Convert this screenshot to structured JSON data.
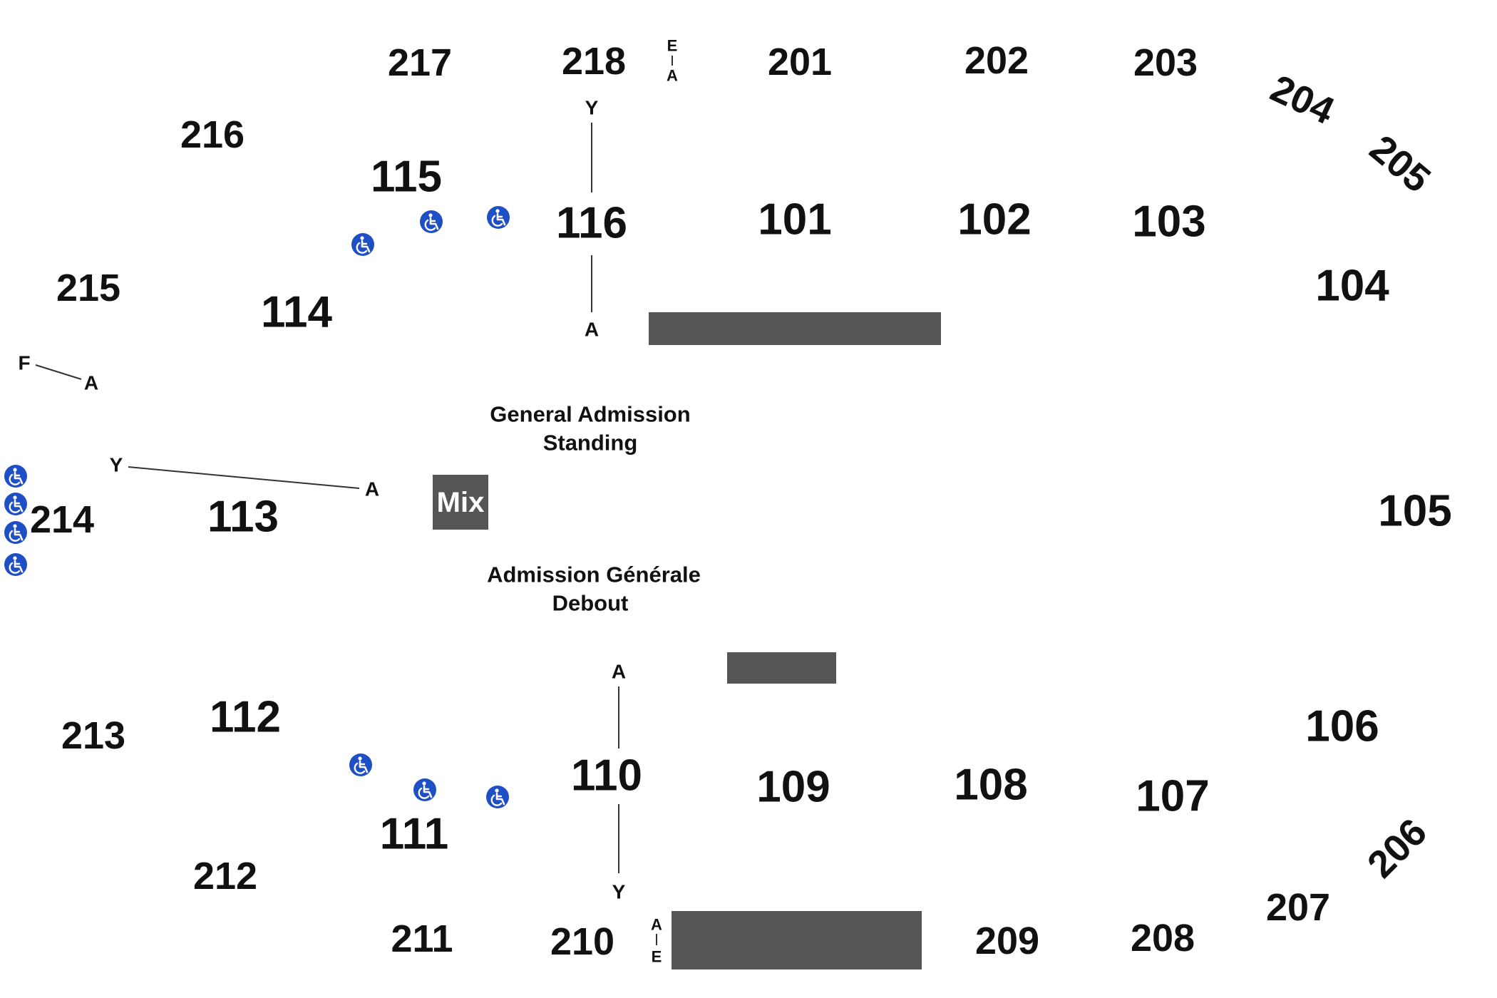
{
  "sections": {
    "s101": "101",
    "s102": "102",
    "s103": "103",
    "s104": "104",
    "s105": "105",
    "s106": "106",
    "s107": "107",
    "s108": "108",
    "s109": "109",
    "s110": "110",
    "s111": "111",
    "s112": "112",
    "s113": "113",
    "s114": "114",
    "s115": "115",
    "s116": "116",
    "s201": "201",
    "s202": "202",
    "s203": "203",
    "s204": "204",
    "s205": "205",
    "s206": "206",
    "s207": "207",
    "s208": "208",
    "s209": "209",
    "s210": "210",
    "s211": "211",
    "s212": "212",
    "s213": "213",
    "s214": "214",
    "s215": "215",
    "s216": "216",
    "s217": "217",
    "s218": "218"
  },
  "rows": {
    "top_e": "E",
    "top_a": "A",
    "s116_y": "Y",
    "s116_a": "A",
    "left_f": "F",
    "left_f_a": "A",
    "left_y": "Y",
    "left_y_a": "A",
    "s110_a": "A",
    "s110_y": "Y",
    "bottom_a": "A",
    "bottom_e": "E"
  },
  "floor": {
    "en_line1": "General Admission",
    "en_line2": "Standing",
    "fr_line1": "Admission Générale",
    "fr_line2": "Debout",
    "mix_label": "Mix"
  },
  "icons": {
    "accessible": "wheelchair-icon"
  },
  "colors": {
    "accessible_icon": "#1f4fc4",
    "blocked_area": "#555555",
    "text": "#111111"
  }
}
